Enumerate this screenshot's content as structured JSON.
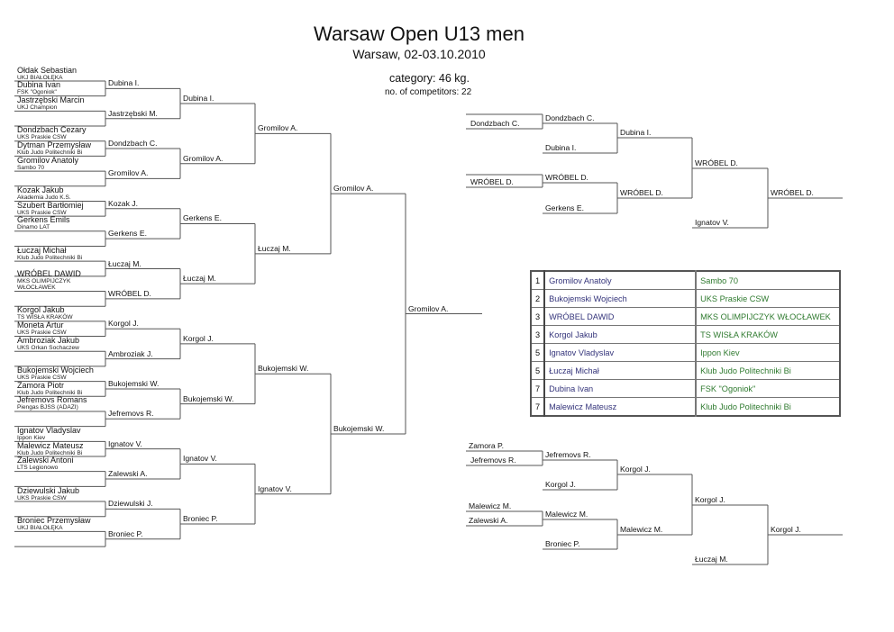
{
  "header": {
    "title": "Warsaw Open U13 men",
    "subtitle": "Warsaw, 02-03.10.2010",
    "category": "category: 46 kg.",
    "competitors": "no. of competitors: 22"
  },
  "bracket": {
    "slots": [
      {
        "name": "Ołdak  Sebastian",
        "club": "UKJ BIAŁOŁĘKA"
      },
      {
        "name": "Dubina Ivan",
        "club": "FSK \"Ogoniok\""
      },
      {
        "name": "Jastrzębski Marcin",
        "club": "UKJ Champion"
      },
      null,
      {
        "name": "Dondzbach Cezary",
        "club": "UKS Praskie CSW"
      },
      {
        "name": "Dytman Przemysław",
        "club": "Klub Judo Politechniki Bi"
      },
      {
        "name": "Gromilov Anatoly",
        "club": "Sambo 70"
      },
      null,
      {
        "name": "Kozak Jakub",
        "club": "Akademia Judo K.S."
      },
      {
        "name": "Szubert Bartłomiej",
        "club": "UKS Praskie CSW"
      },
      {
        "name": "Gerkens Emils",
        "club": "Dinamo LAT"
      },
      null,
      {
        "name": "Łuczaj Michał",
        "club": "Klub Judo Politechniki Bi"
      },
      null,
      {
        "name": "WRÓBEL DAWID",
        "club": "MKS OLIMPIJCZYK WŁOCŁAWEK"
      },
      null,
      {
        "name": "Korgol Jakub",
        "club": "TS WISŁA KRAKÓW"
      },
      {
        "name": "Moneta Artur",
        "club": "UKS Praskie CSW"
      },
      {
        "name": "Ambroziak Jakub",
        "club": "UKS Orkan Sochaczew"
      },
      null,
      {
        "name": "Bukojemski Wojciech",
        "club": "UKS Praskie CSW"
      },
      {
        "name": "Zamora Piotr",
        "club": "Klub Judo Politechniki Bi"
      },
      {
        "name": " Jefremovs Romans",
        "club": "Piengas BJSS (ADAZI)"
      },
      null,
      {
        "name": "Ignatov Vladyslav",
        "club": "Ippon Kiev"
      },
      {
        "name": "Malewicz Mateusz",
        "club": "Klub Judo Politechniki Bi"
      },
      {
        "name": "Zalewski Antoni",
        "club": "LTS Legionowo"
      },
      null,
      {
        "name": "Dziewulski Jakub",
        "club": "UKS Praskie CSW"
      },
      null,
      {
        "name": "Broniec  Przemysław",
        "club": "UKJ BIAŁOŁĘKA"
      },
      null
    ],
    "rounds": [
      [
        "Dubina I.",
        "Jastrzębski M.",
        "Dondzbach C.",
        "Gromilov A.",
        "Kozak J.",
        "Gerkens E.",
        "Łuczaj M.",
        "WRÓBEL D.",
        "Korgol J.",
        "Ambroziak J.",
        "Bukojemski W.",
        "Jefremovs R.",
        "Ignatov V.",
        "Zalewski A.",
        "Dziewulski J.",
        "Broniec  P."
      ],
      [
        "Dubina I.",
        "Gromilov A.",
        "Gerkens E.",
        "Łuczaj M.",
        "Korgol J.",
        "Bukojemski W.",
        "Ignatov V.",
        "Broniec  P."
      ],
      [
        "Gromilov A.",
        "Łuczaj M.",
        "Bukojemski W.",
        "Ignatov V."
      ],
      [
        "Gromilov A.",
        "Bukojemski W."
      ],
      [
        "Gromilov A."
      ]
    ]
  },
  "rep_top": {
    "pool": [
      "Dondzbach C.",
      "WRÓBEL D."
    ],
    "r1": [
      "Dondzbach C.",
      "Dubina I.",
      "WRÓBEL D.",
      "Gerkens E."
    ],
    "r2": [
      "Dubina I.",
      "WRÓBEL D."
    ],
    "r3": [
      "WRÓBEL D.",
      "Ignatov V."
    ],
    "final": "WRÓBEL D."
  },
  "rep_bottom": {
    "pool": [
      "Zamora P.",
      "Jefremovs R.",
      "Malewicz M.",
      "Zalewski A."
    ],
    "r1": [
      "Jefremovs R.",
      "Korgol J.",
      "Malewicz M.",
      "Broniec  P."
    ],
    "r2": [
      "Korgol J.",
      "Malewicz M."
    ],
    "r3": [
      "Korgol J.",
      "Łuczaj M."
    ],
    "final": "Korgol J."
  },
  "results": [
    {
      "place": "1",
      "name": "Gromilov Anatoly",
      "club": "Sambo 70"
    },
    {
      "place": "2",
      "name": "Bukojemski Wojciech",
      "club": "UKS Praskie CSW"
    },
    {
      "place": "3",
      "name": "WRÓBEL DAWID",
      "club": "MKS OLIMPIJCZYK WŁOCŁAWEK"
    },
    {
      "place": "3",
      "name": "Korgol Jakub",
      "club": "TS WISŁA KRAKÓW"
    },
    {
      "place": "5",
      "name": "Ignatov Vladyslav",
      "club": "Ippon Kiev"
    },
    {
      "place": "5",
      "name": "Łuczaj Michał",
      "club": "Klub Judo Politechniki Bi"
    },
    {
      "place": "7",
      "name": "Dubina Ivan",
      "club": "FSK \"Ogoniok\""
    },
    {
      "place": "7",
      "name": "Malewicz Mateusz",
      "club": "Klub Judo Politechniki Bi"
    }
  ]
}
